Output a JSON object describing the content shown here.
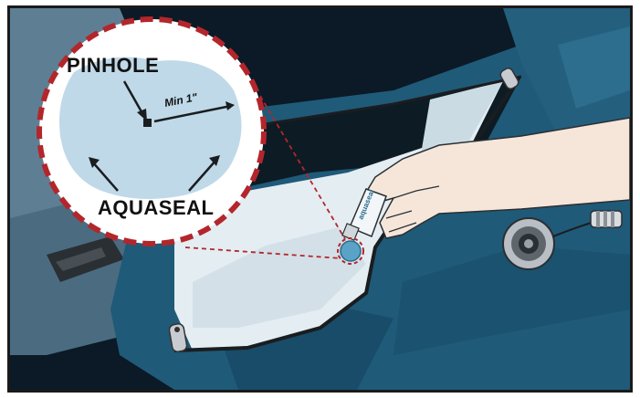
{
  "callout": {
    "pinhole_label": "PINHOLE",
    "aquaseal_label": "AQUASEAL",
    "distance_label": "Min 1\""
  },
  "tube_brand": "aquaseal",
  "colors": {
    "bag_blue": "#1f5a78",
    "bag_dark": "#123a4f",
    "night": "#0a1622",
    "liner": "#e6eef3",
    "callout_ring": "#b3262b",
    "skin": "#f6e6da"
  }
}
